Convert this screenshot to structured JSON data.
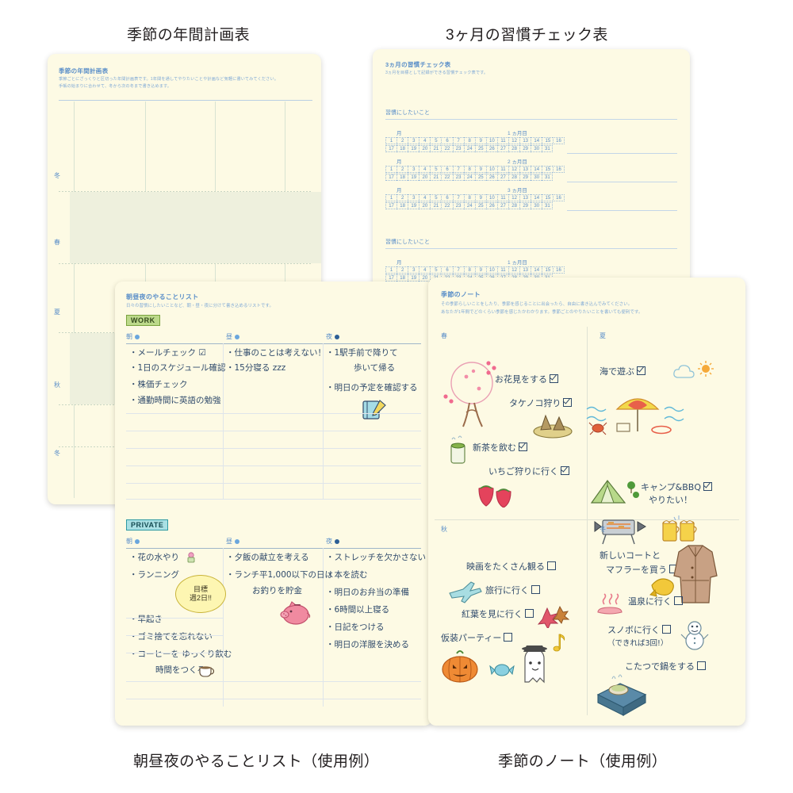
{
  "captions": {
    "top_left": "季節の年間計画表",
    "top_right": "3ヶ月の習慣チェック表",
    "bottom_left": "朝昼夜のやることリスト（使用例）",
    "bottom_right": "季節のノート（使用例）"
  },
  "yearly_plan": {
    "title": "季節の年間計画表",
    "desc_line1": "季節ごとにざっくりと区切った年間計画表です。1年間を通してやりたいことや計画など気軽に書いてみてください。",
    "desc_line2": "手帳の始まりに合わせて、冬から次の冬まで書き込めます。",
    "seasons": [
      "冬",
      "春",
      "夏",
      "秋",
      "冬"
    ]
  },
  "habit_check": {
    "title": "3ヵ月の習慣チェック表",
    "desc": "3ヵ月を目標として記録ができる習慣チェック表です。",
    "section_label": "習慣にしたいこと",
    "month_label": "月",
    "month_counters": [
      "1 ヵ月目",
      "2 ヵ月目",
      "3 ヵ月目"
    ],
    "days_row1": [
      "1",
      "2",
      "3",
      "4",
      "5",
      "6",
      "7",
      "8",
      "9",
      "10",
      "11",
      "12",
      "13",
      "14",
      "15",
      "16"
    ],
    "days_row2": [
      "17",
      "18",
      "19",
      "20",
      "21",
      "22",
      "23",
      "24",
      "25",
      "26",
      "27",
      "28",
      "29",
      "30",
      "31"
    ]
  },
  "todo_list": {
    "title": "朝昼夜のやることリスト",
    "desc": "日々の習慣にしたいことなど、朝・昼・夜に分けて書き込めるリストです。",
    "tag_work": "WORK",
    "tag_private": "PRIVATE",
    "slots": {
      "morning": "朝",
      "noon": "昼",
      "night": "夜"
    },
    "work": {
      "morning": [
        "・メールチェック ☑",
        "・1日のスケジュール確認",
        "・株価チェック",
        "・通勤時間に英語の勉強"
      ],
      "noon": [
        "・仕事のことは考えない！",
        "・15分寝る zzz"
      ],
      "night": [
        "・1駅手前で降りて",
        "　　歩いて帰る",
        "・明日の予定を確認する"
      ]
    },
    "private": {
      "morning": [
        "・花の水やり",
        "・ランニング",
        "・早起き",
        "・ゴミ捨てを忘れない",
        "・コーヒーを ゆっくり飲む",
        "　　時間をつくる"
      ],
      "noon": [
        "・夕飯の献立を考える",
        "・ランチ平1,000以下の日は",
        "　　お釣りを貯金"
      ],
      "night": [
        "・ストレッチを欠かさない",
        "・本を読む",
        "・明日のお弁当の準備",
        "・6時間以上寝る",
        "・日記をつける",
        "・明日の洋服を決める"
      ]
    },
    "bubble": {
      "line1": "目標",
      "line2": "週2日!!"
    }
  },
  "seasonal_note": {
    "title": "季節のノート",
    "desc_line1": "その季節らしいことをしたり、季節を感じることに出会ったら、自由に書き込んでみてください。",
    "desc_line2": "あなたが1年間でどのくらい季節を感じたかわかります。季節ごとのやりたいことを書いても便利です。",
    "quadrants": [
      {
        "season": "春",
        "items": [
          {
            "text": "お花見をする",
            "checked": true
          },
          {
            "text": "タケノコ狩り",
            "checked": true
          },
          {
            "text": "新茶を飲む",
            "checked": true
          },
          {
            "text": "いちご狩りに行く",
            "checked": true
          }
        ],
        "doodles": [
          "cherry-tree",
          "bamboo-shoot-basket",
          "green-tea-cup",
          "strawberries"
        ]
      },
      {
        "season": "夏",
        "items": [
          {
            "text": "海で遊ぶ",
            "checked": true
          },
          {
            "text": "キャンプ&BBQ",
            "checked": true
          },
          {
            "text": "やりたい！",
            "checked": false
          }
        ],
        "doodles": [
          "sun-cloud",
          "beach-umbrella",
          "crab",
          "tent",
          "trees",
          "bbq-grill",
          "beer-mugs"
        ]
      },
      {
        "season": "秋",
        "items": [
          {
            "text": "映画をたくさん観る",
            "checked": false
          },
          {
            "text": "旅行に行く",
            "checked": false
          },
          {
            "text": "紅葉を見に行く",
            "checked": false
          },
          {
            "text": "仮装パーティー",
            "checked": false
          }
        ],
        "doodles": [
          "airplane",
          "maple-leaves",
          "pumpkin",
          "candy",
          "ghost",
          "music-notes"
        ]
      },
      {
        "season": "冬",
        "items": [
          {
            "text": "新しいコートと",
            "checked": false
          },
          {
            "text": "マフラーを買う",
            "checked": false
          },
          {
            "text": "温泉に行く",
            "checked": false
          },
          {
            "text": "スノボに行く",
            "checked": false
          },
          {
            "text": "（できれば3回!）",
            "checked": false
          },
          {
            "text": "こたつで鍋をする",
            "checked": false
          }
        ],
        "doodles": [
          "coat",
          "scarf",
          "onsen-mark",
          "snowman",
          "kotatsu-hotpot"
        ]
      }
    ]
  },
  "colors": {
    "paper": "#fdfae4",
    "ink_blue": "#5b8fc9",
    "hand_ink": "#2f4a6b",
    "band_green": "#eef0dd",
    "tag_work": "#bcd98a",
    "tag_private": "#a9e0e4",
    "bubble_yellow": "#fdf6b2"
  }
}
